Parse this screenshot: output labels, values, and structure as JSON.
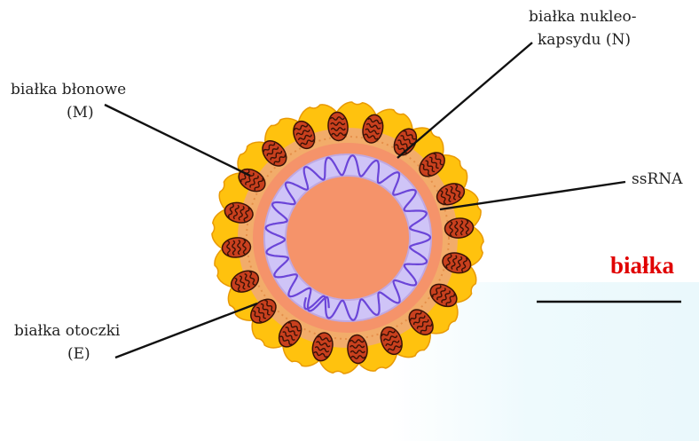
{
  "labels": {
    "membrane_line1": "białka błonowe",
    "membrane_line2": "(M)",
    "nucleocapsid_line1": "białka nukleo-",
    "nucleocapsid_line2": "kapsydu (N)",
    "rna": "ssRNA",
    "envelope_line1": "białka otoczki",
    "envelope_line2": "(E)",
    "spike_partial": "białka"
  },
  "colors": {
    "spike_fill": "#ffc20e",
    "spike_edge": "#e99a05",
    "envelope": "#f2ac6a",
    "core": "#f5936a",
    "membrane_protein": "#c9401e",
    "membrane_protein_stripe": "#3a1206",
    "rna_tube": "#cfc4f7",
    "rna_strand": "#6b45d8",
    "leader": "#111111",
    "callout_text": "#e00000"
  }
}
